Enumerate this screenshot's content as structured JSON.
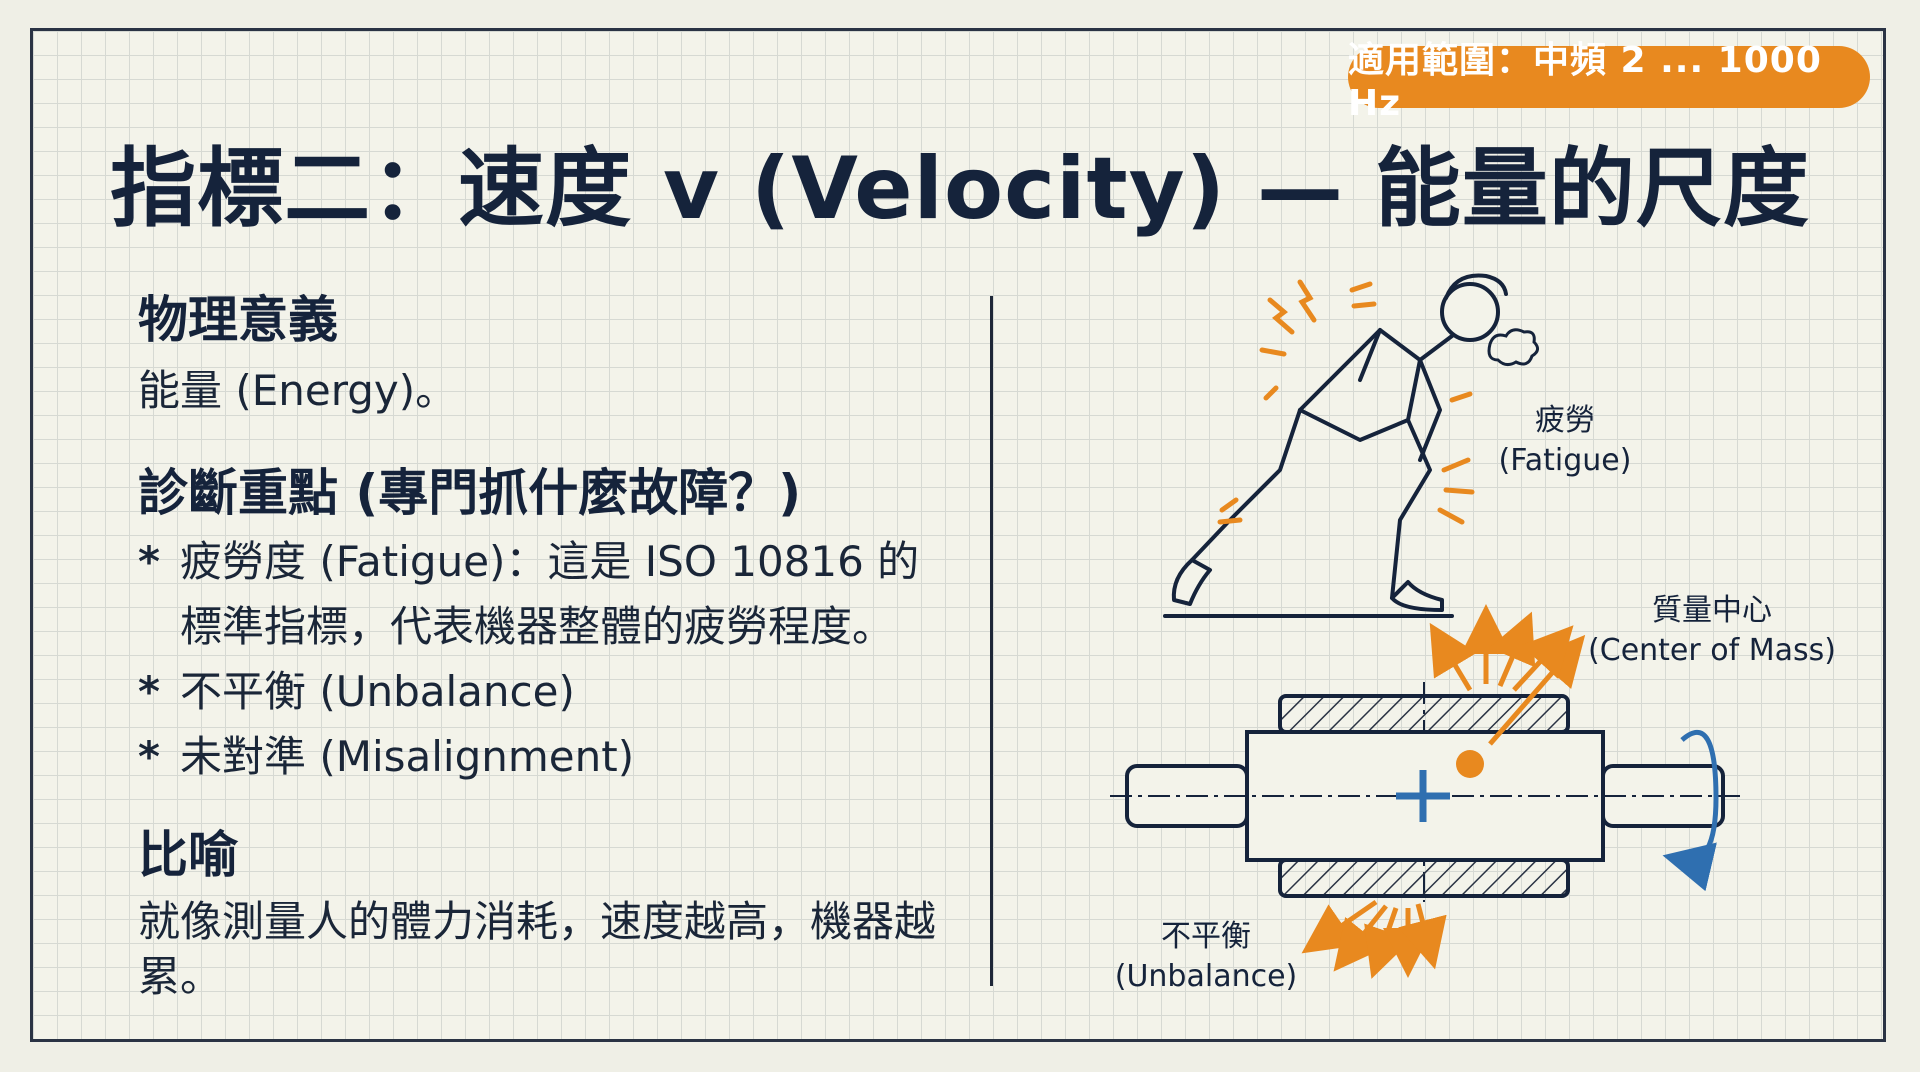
{
  "badge": "適用範圍：中頻 2 ... 1000 Hz",
  "title": "指標二：速度 v (Velocity) — 能量的尺度",
  "sections": {
    "meaning": {
      "heading": "物理意義",
      "text": "能量 (Energy)。"
    },
    "diagnosis": {
      "heading": "診斷重點 (專門抓什麼故障？)",
      "items": [
        {
          "line1": "疲勞度 (Fatigue)：這是 ISO 10816 的",
          "line2": "標準指標，代表機器整體的疲勞程度。"
        },
        {
          "line1": "不平衡 (Unbalance)"
        },
        {
          "line1": "未對準 (Misalignment)"
        }
      ]
    },
    "metaphor": {
      "heading": "比喻",
      "text": "就像測量人的體力消耗，速度越高，機器越累。"
    }
  },
  "figure": {
    "fatigue_label_zh": "疲勞",
    "fatigue_label_en": "(Fatigue)",
    "mass_label_zh": "質量中心",
    "mass_label_en": "(Center of Mass)",
    "unbalance_label_zh": "不平衡",
    "unbalance_label_en": "(Unbalance)"
  },
  "colors": {
    "accent": "#e8891f",
    "ink": "#15233b",
    "blue": "#2f6fb0"
  },
  "icons": {
    "bullet": "asterisk",
    "rotation": "rotation-arrow-icon"
  }
}
